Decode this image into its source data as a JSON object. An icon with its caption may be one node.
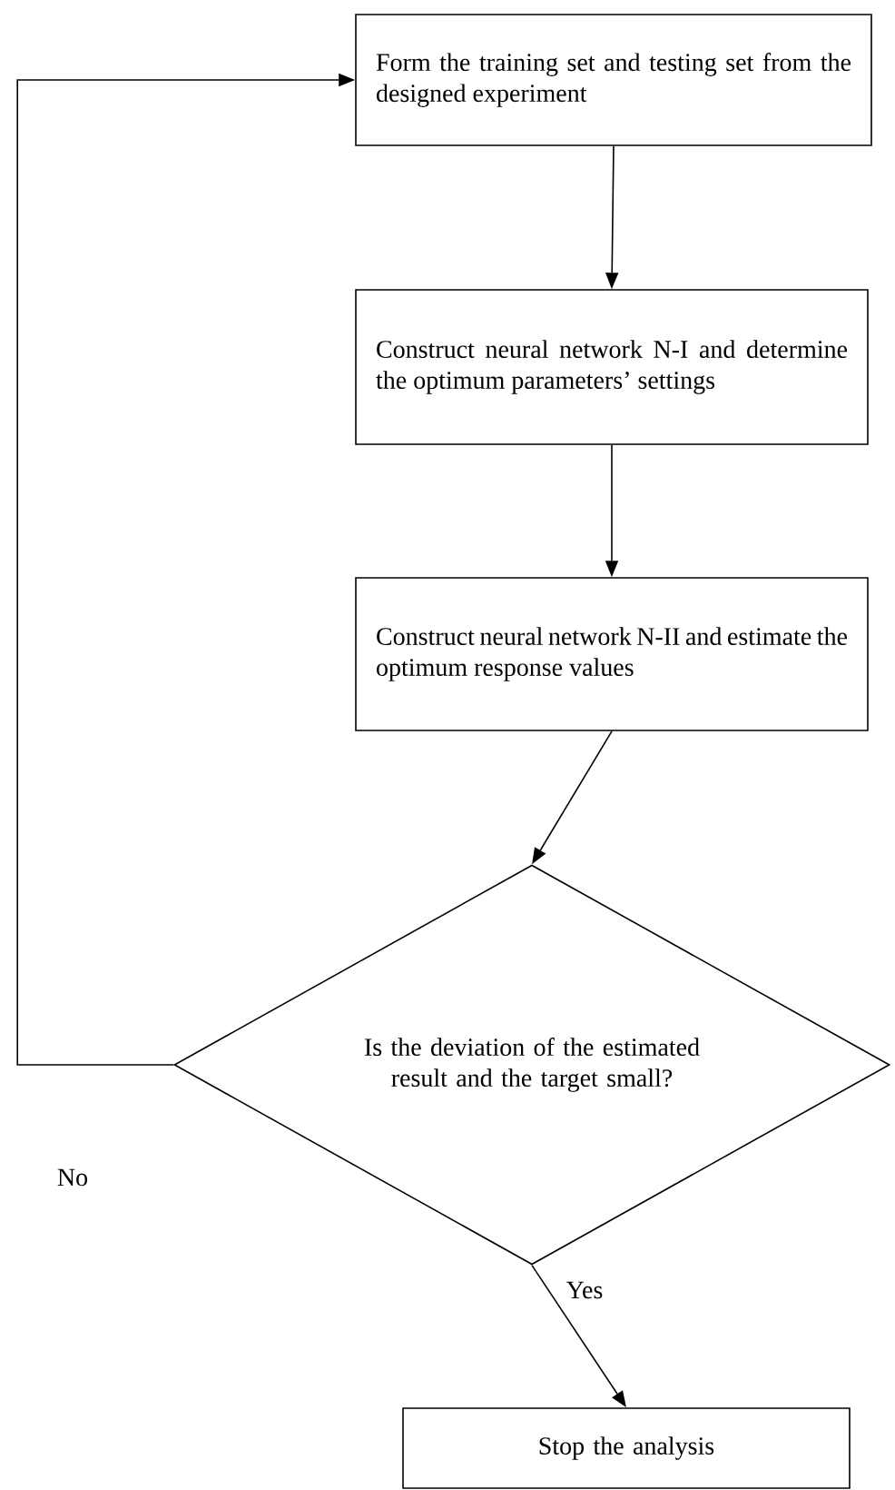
{
  "diagram": {
    "nodes": [
      {
        "text": [
          "Form the training set and testing set from the designed experiment"
        ]
      },
      {
        "text": [
          "Construct neural network N-I and determine the optimum parameters’ settings"
        ]
      },
      {
        "text": [
          "Construct neural network N-II and estimate the optimum response values"
        ]
      },
      {
        "text": [
          "Is the deviation of the estimated result and the target small?"
        ]
      },
      {
        "text": [
          "Stop the analysis"
        ]
      }
    ],
    "edges": [
      {
        "from": 0,
        "to": 1,
        "arrow": "to"
      },
      {
        "from": 1,
        "to": 2,
        "arrow": "to"
      },
      {
        "from": 2,
        "to": 3,
        "arrow": "to"
      },
      {
        "from": 3,
        "to": 4,
        "arrow": "to",
        "label": "Yes"
      },
      {
        "from": 3,
        "to": 0,
        "arrow": "to",
        "label": "No"
      }
    ]
  }
}
